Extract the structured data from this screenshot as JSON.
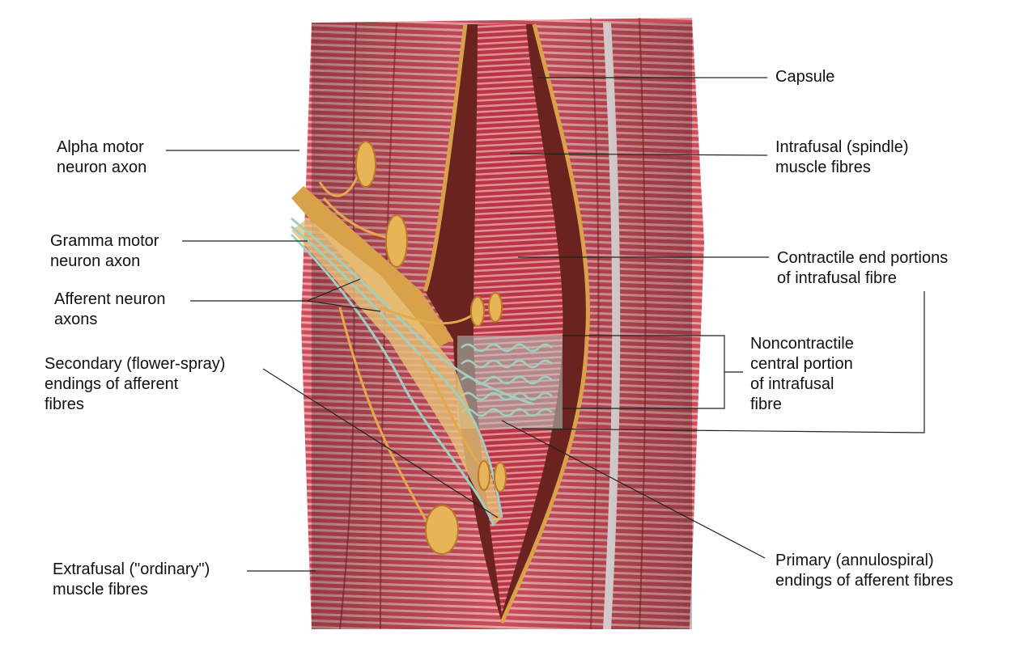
{
  "labels": {
    "capsule": "Capsule",
    "alpha_motor": "Alpha motor\nneuron axon",
    "intrafusal": "Intrafusal (spindle)\nmuscle fibres",
    "gamma_motor": "Gramma motor\nneuron axon",
    "contractile_end": "Contractile end portions\nof intrafusal fibre",
    "afferent_axons": "Afferent neuron\naxons",
    "noncontractile": "Noncontractile\ncentral portion\nof intrafusal\nfibre",
    "secondary_endings": "Secondary (flower-spray)\nendings of afferent\nfibres",
    "primary_endings": "Primary (annulospiral)\nendings of afferent fibres",
    "extrafusal": "Extrafusal (\"ordinary\")\nmuscle fibres"
  },
  "colors": {
    "muscle_dark": "#b0313f",
    "muscle_light": "#e79ea3",
    "capsule": "#d9a24a",
    "spindle_interior": "#5a1e1a",
    "nerve_yellow": "#e3a94a",
    "afferent_green": "#9fcfc0",
    "leader_line": "#222222"
  }
}
